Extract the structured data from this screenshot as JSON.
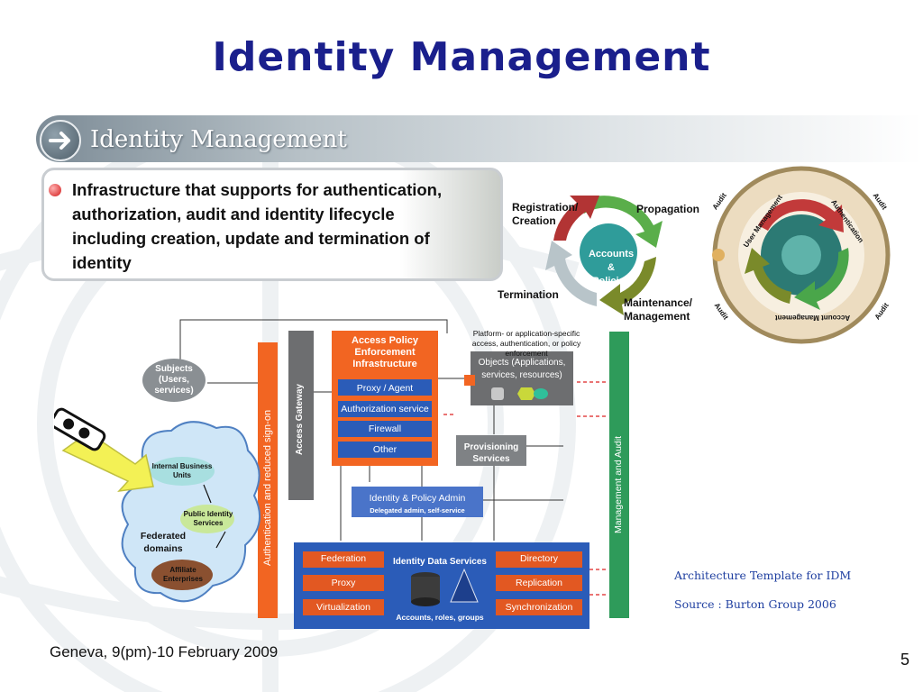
{
  "slide": {
    "title": "Identity Management",
    "banner": "Identity Management",
    "bullet": "Infrastructure that supports for authentication, authorization, audit and identity lifecycle including creation, update and termination of identity",
    "footer": "Geneva, 9(pm)-10 February 2009",
    "page_number": "5",
    "caption_1": "Architecture Template for IDM",
    "caption_2": "Source : Burton Group 2006"
  },
  "lifecycle": {
    "center": [
      "Accounts",
      "& Policies"
    ],
    "registration": [
      "Registration/",
      "Creation"
    ],
    "propagation": "Propagation",
    "termination": "Termination",
    "maintenance": [
      "Maintenance/",
      "Management"
    ]
  },
  "ring": {
    "labels": [
      "Audit",
      "User Management",
      "Authentication",
      "Audit",
      "Audit",
      "Account Management",
      "Audit"
    ]
  },
  "architecture": {
    "subjects": [
      "Subjects",
      "(Users,",
      "services)"
    ],
    "auth_bar": "Authentication and reduced sign-on",
    "gateway": "Access Gateway",
    "policy_title": [
      "Access Policy",
      "Enforcement",
      "Infrastructure"
    ],
    "policy_items": [
      "Proxy / Agent",
      "Authorization service",
      "Firewall",
      "Other"
    ],
    "platform_note": [
      "Platform- or application-specific",
      "access, authentication, or policy enforcement"
    ],
    "objects": [
      "Objects (Applications,",
      "services, resources)"
    ],
    "provisioning": [
      "Provisioning",
      "Services"
    ],
    "idp_admin": [
      "Identity & Policy Admin",
      "Delegated admin, self-service"
    ],
    "mgmt_audit": "Management and Audit",
    "data_left": [
      "Federation",
      "Proxy",
      "Virtualization"
    ],
    "data_right": [
      "Directory",
      "Replication",
      "Synchronization"
    ],
    "data_title": "Identity Data Services",
    "data_sub": "Accounts, roles, groups",
    "cloud_units": [
      "Internal Business",
      "Units"
    ],
    "cloud_public": [
      "Public Identity",
      "Services"
    ],
    "cloud_federated": [
      "Federated",
      "domains"
    ],
    "cloud_affiliate": [
      "Affiliate",
      "Enterprises"
    ]
  },
  "colors": {
    "title": "#1a1f8c",
    "orange": "#f26522",
    "gray_bar": "#6d6e70",
    "green_bar": "#2e9b5a",
    "blue_panel": "#2b5cb8",
    "caption": "#1f3fa0"
  }
}
